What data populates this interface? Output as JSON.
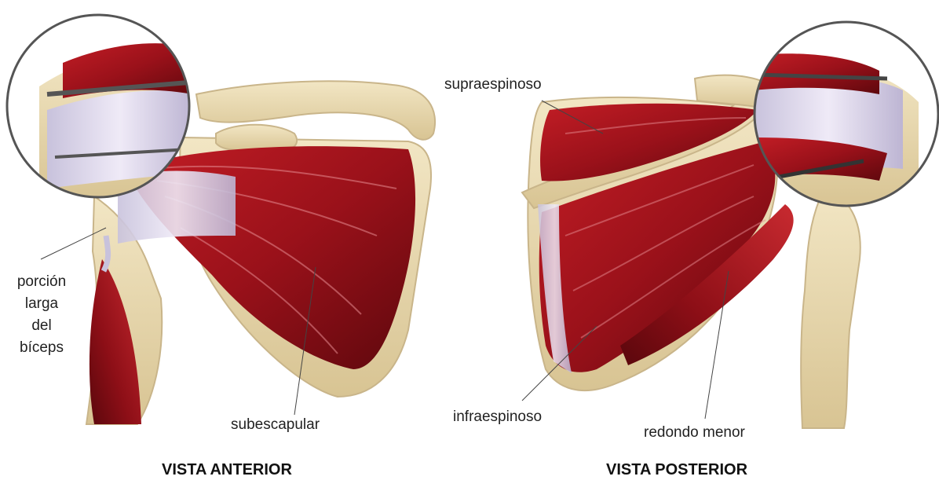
{
  "labels": {
    "biceps": [
      "porción",
      "larga",
      "del",
      "bíceps"
    ],
    "subescapular": "subescapular",
    "supraespinoso": "supraespinoso",
    "infraespinoso": "infraespinoso",
    "redondo_menor": "redondo menor"
  },
  "views": {
    "anterior": "VISTA ANTERIOR",
    "posterior": "VISTA POSTERIOR"
  },
  "colors": {
    "bone": "#e8d9b0",
    "bone_edge": "#c9b58a",
    "muscle": "#a8141c",
    "muscle_dark": "#6e0a10",
    "tendon": "#dcd6ea",
    "magnifier_ring": "#555555"
  }
}
